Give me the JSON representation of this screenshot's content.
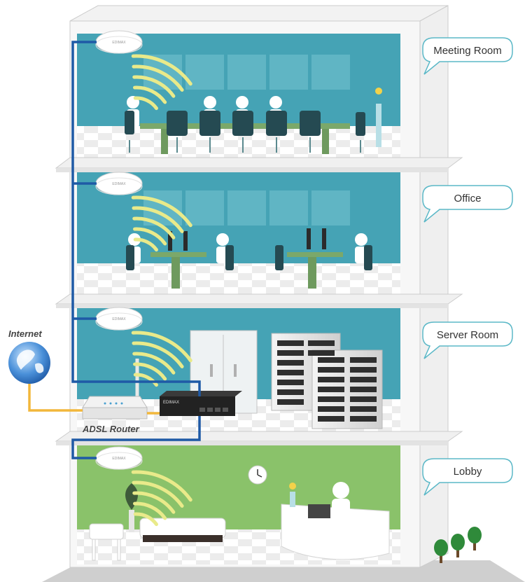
{
  "floors": [
    {
      "id": "meeting-room",
      "label": "Meeting Room",
      "wall_color": "#45a3b5"
    },
    {
      "id": "office",
      "label": "Office",
      "wall_color": "#45a3b5"
    },
    {
      "id": "server-room",
      "label": "Server Room",
      "wall_color": "#45a3b5"
    },
    {
      "id": "lobby",
      "label": "Lobby",
      "wall_color": "#8ac26a"
    }
  ],
  "devices": {
    "internet_label": "Internet",
    "router_label": "ADSL Router",
    "switch_brand": "EDIMAX",
    "access_point_brand": "EDIMAX"
  },
  "colors": {
    "cable_blue": "#1f5aa6",
    "cable_yellow": "#f2b73b",
    "wifi_wave": "#e9ea8a",
    "building_frame": "#d4d4d4",
    "callout_stroke": "#5bb8c7"
  }
}
